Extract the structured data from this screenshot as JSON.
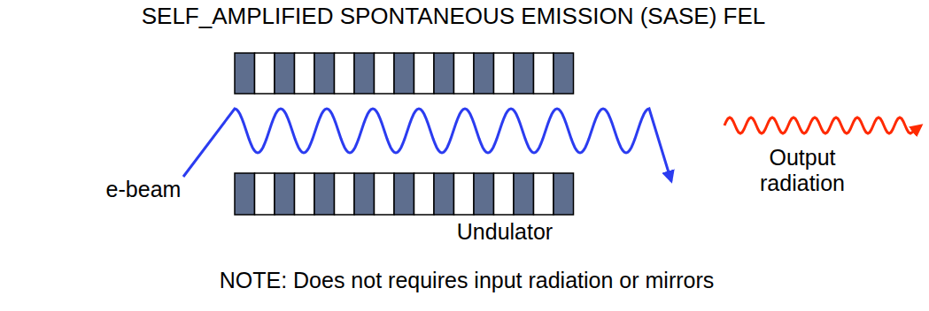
{
  "diagram": {
    "title": "SELF_AMPLIFIED SPONTANEOUS EMISSION (SASE) FEL",
    "labels": [
      "e-beam",
      "Undulator",
      "Output radiation",
      "NOTE: Does not requires input radiation or mirrors"
    ]
  }
}
